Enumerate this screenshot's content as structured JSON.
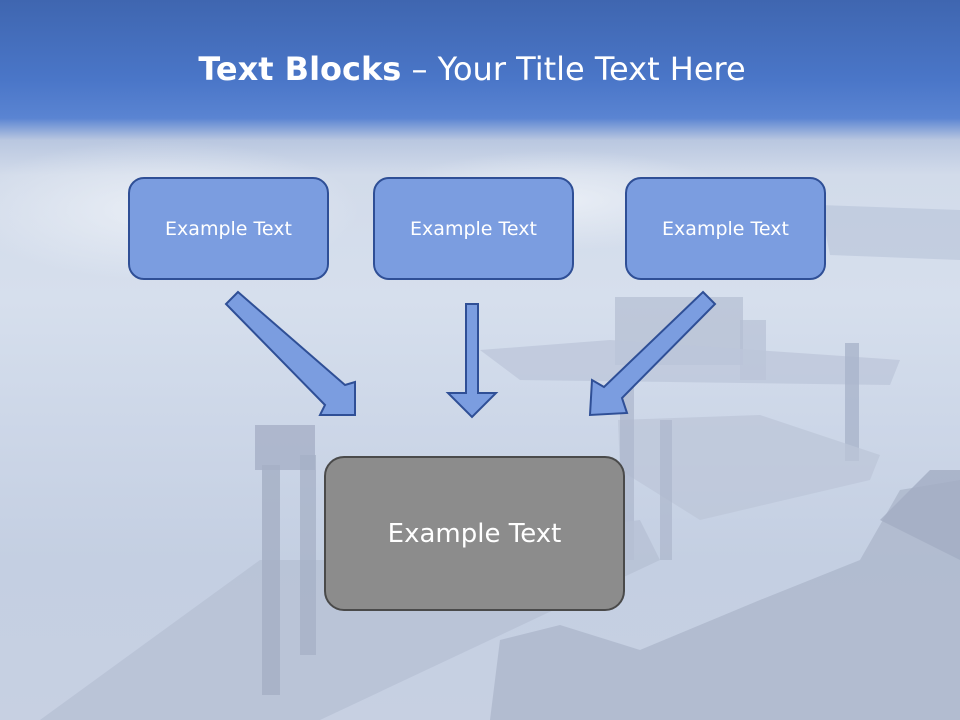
{
  "slide": {
    "title_bold": "Text Blocks",
    "title_dash": " – ",
    "title_rest": "Your Title Text Here"
  },
  "boxes": [
    {
      "text": "Example Text"
    },
    {
      "text": "Example Text"
    },
    {
      "text": "Example Text"
    }
  ],
  "result_box": {
    "text": "Example Text"
  },
  "colors": {
    "header_blue": "#4a76c8",
    "box_fill": "#7b9de0",
    "box_border": "#2f4f96",
    "result_fill": "#8c8c8c",
    "result_border": "#4a4a4a"
  }
}
